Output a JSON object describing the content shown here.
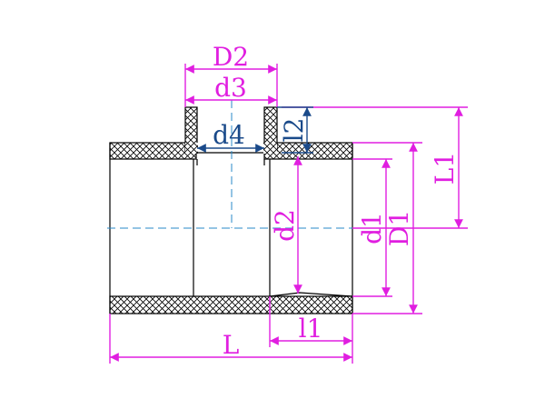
{
  "labels": {
    "D2": "D2",
    "d3": "d3",
    "d4": "d4",
    "l2": "l2",
    "L1": "L1",
    "d2": "d2",
    "d1": "d1",
    "D1": "D1",
    "l1": "l1",
    "L": "L"
  },
  "colors": {
    "dimension": "#e01ee0",
    "inner_dimension": "#1a4a8a",
    "centerline": "#2a8ac8",
    "outline": "#000000"
  }
}
